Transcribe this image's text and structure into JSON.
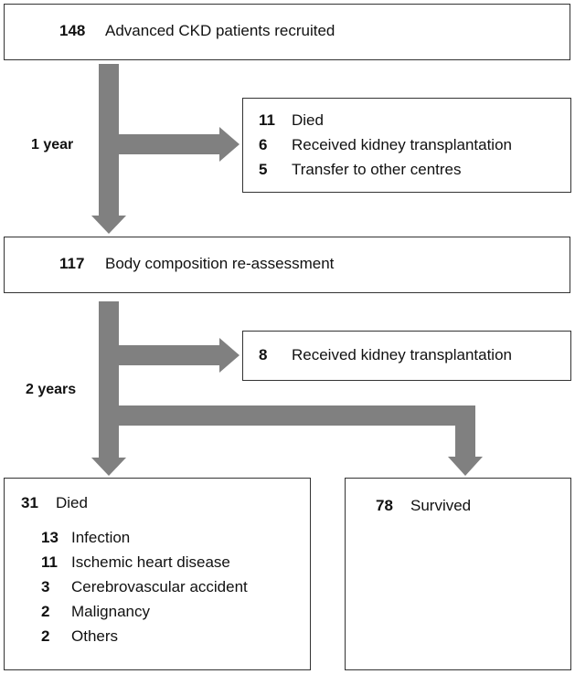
{
  "recruited": {
    "count": "148",
    "label": "Advanced CKD patients recruited"
  },
  "first_period": {
    "label": "1 year"
  },
  "first_exclusions": [
    {
      "count": "11",
      "label": "Died"
    },
    {
      "count": "6",
      "label": "Received kidney transplantation"
    },
    {
      "count": "5",
      "label": "Transfer to other centres"
    }
  ],
  "reassessment": {
    "count": "117",
    "label": "Body composition re-assessment"
  },
  "second_period": {
    "label": "2 years"
  },
  "second_exclusion": {
    "count": "8",
    "label": "Received kidney transplantation"
  },
  "died": {
    "count": "31",
    "label": "Died",
    "causes": [
      {
        "count": "13",
        "label": "Infection"
      },
      {
        "count": "11",
        "label": "Ischemic heart disease"
      },
      {
        "count": "3",
        "label": "Cerebrovascular accident"
      },
      {
        "count": "2",
        "label": "Malignancy"
      },
      {
        "count": "2",
        "label": "Others"
      }
    ]
  },
  "survived": {
    "count": "78",
    "label": "Survived"
  },
  "colors": {
    "arrow": "#808080",
    "border": "#333333"
  }
}
